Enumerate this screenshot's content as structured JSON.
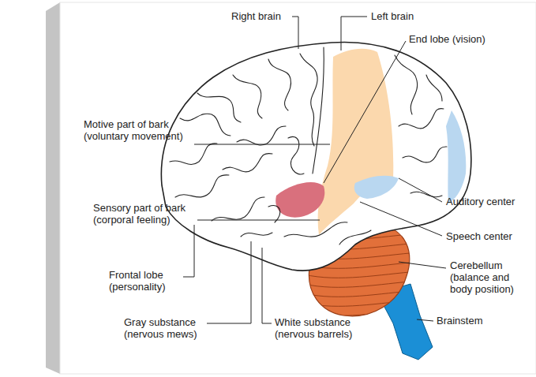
{
  "diagram": {
    "labels": [
      "Right brain",
      "Left brain",
      "End lobe (vision)",
      "Motive part of bark (voluntary movement)",
      "Sensory part of bark (corporal feeling)",
      "Frontal lobe (personality)",
      "Gray substance (nervous mews)",
      "White substance (nervous barrels)",
      "Auditory center",
      "Speech center",
      "Cerebellum (balance and body position)",
      "Brainstem"
    ]
  }
}
